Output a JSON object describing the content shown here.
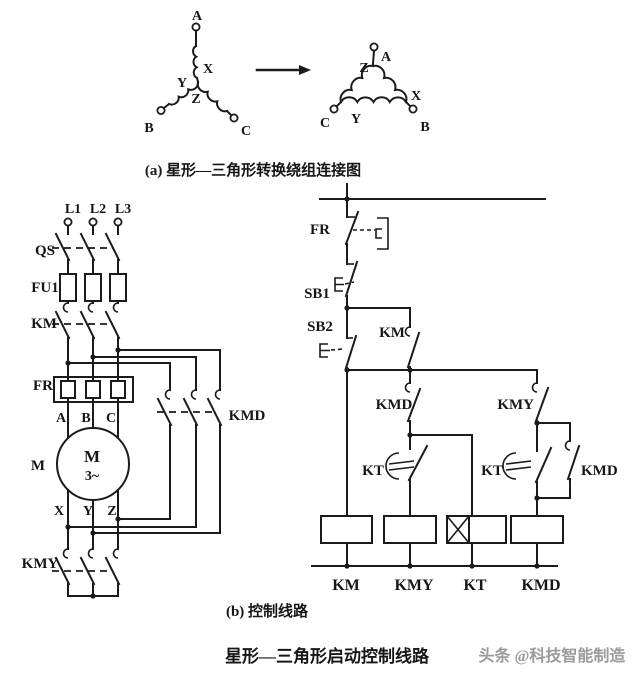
{
  "colors": {
    "ink": "#1b1b1b",
    "background": "#ffffff",
    "watermark": "#9b9b9b"
  },
  "winding": {
    "caption": "(a) 星形—三角形转换绕组连接图",
    "star": {
      "A": "A",
      "X": "X",
      "Y": "Y",
      "Z": "Z",
      "B": "B",
      "C": "C"
    },
    "delta": {
      "A": "A",
      "Z": "Z",
      "X": "X",
      "Y": "Y",
      "C": "C",
      "B": "B"
    }
  },
  "main": {
    "lines": [
      "L1",
      "L2",
      "L3"
    ],
    "qs": "QS",
    "fu1": "FU1",
    "km": "KM",
    "fr": "FR",
    "abc": [
      "A",
      "B",
      "C"
    ],
    "motor_ref": "M",
    "motor_letter": "M",
    "motor_phases": "3~",
    "xyz": [
      "X",
      "Y",
      "Z"
    ],
    "kmy": "KMY",
    "kmd": "KMD"
  },
  "ctrl": {
    "fr": "FR",
    "sb1": "SB1",
    "sb2": "SB2",
    "km_aux": "KM",
    "kmd_nc": "KMD",
    "kt_nc": "KT",
    "kmy_nc": "KMY",
    "kt_no": "KT",
    "kmd_no": "KMD",
    "coils": [
      "KM",
      "KMY",
      "KT",
      "KMD"
    ]
  },
  "captions": {
    "b": "(b) 控制线路",
    "title": "星形—三角形启动控制线路",
    "watermark": "头条 @科技智能制造"
  }
}
